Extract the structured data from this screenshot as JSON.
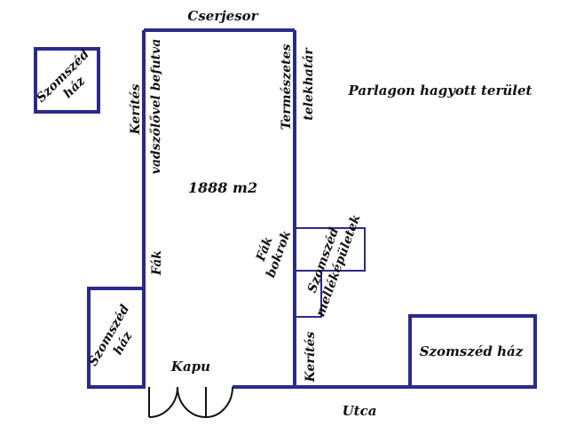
{
  "colors": {
    "wall": "#2a2a8c",
    "text": "#111111",
    "background": "#ffffff"
  },
  "labels": {
    "north_road": "Cserjesor",
    "fallow_land": "Parlagon hagyott terület",
    "area": "1888 m2",
    "gate": "Kapu",
    "street": "Utca",
    "neighbor_house_topleft": [
      "Szomszéd",
      "ház"
    ],
    "neighbor_house_bottomleft": [
      "Szomszéd",
      "ház"
    ],
    "neighbor_house_right": "Szomszéd ház",
    "left_fence": [
      "Kerítés",
      "vadszőlővel befutva"
    ],
    "left_trees": "Fák",
    "right_boundary": [
      "Természetes",
      "telekhatár"
    ],
    "trees_bushes": [
      "Fák",
      "bokrok"
    ],
    "neighbor_outbuildings": [
      "Szomszéd",
      "melléképületek"
    ],
    "right_fence": "Kerítés"
  }
}
